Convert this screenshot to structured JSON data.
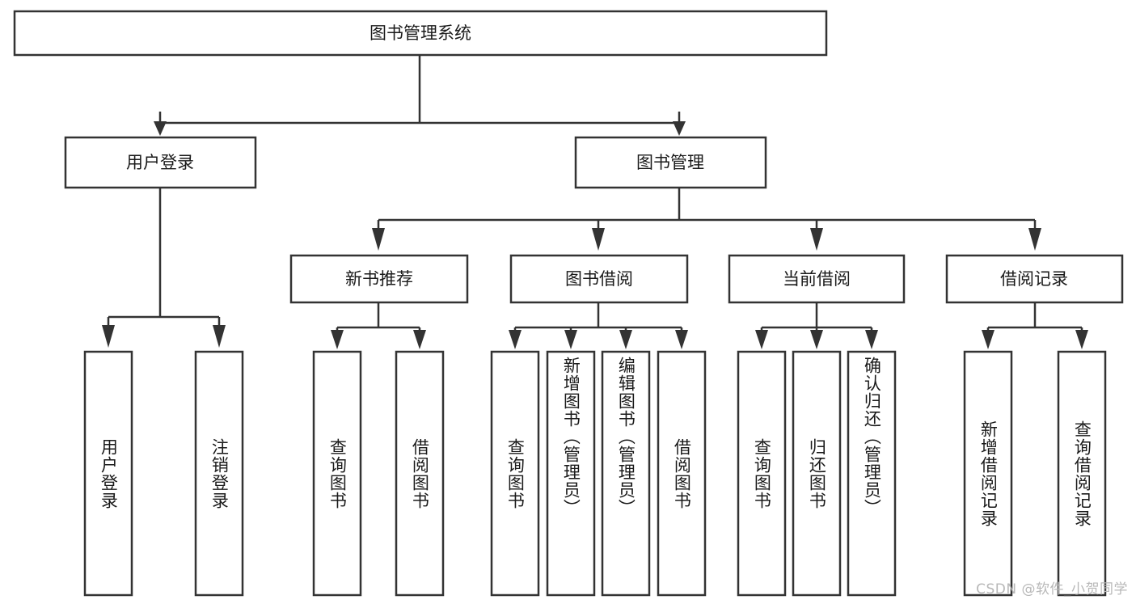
{
  "diagram": {
    "title": "图书管理系统",
    "type": "tree-hierarchy-diagram",
    "colors": {
      "box_stroke": "#333333",
      "box_fill": "#ffffff",
      "text": "#1a1a1a",
      "background": "#ffffff",
      "watermark": "#b8b8b8"
    },
    "root": {
      "label": "图书管理系统"
    },
    "level2": [
      {
        "label": "用户登录"
      },
      {
        "label": "图书管理"
      }
    ],
    "level3": [
      {
        "label": "新书推荐"
      },
      {
        "label": "图书借阅"
      },
      {
        "label": "当前借阅"
      },
      {
        "label": "借阅记录"
      }
    ],
    "leaves_user_login": [
      {
        "label": "用户登录"
      },
      {
        "label": "注销登录"
      }
    ],
    "leaves_new_books": [
      {
        "label": "查询图书"
      },
      {
        "label": "借阅图书"
      }
    ],
    "leaves_borrow": [
      {
        "label": "查询图书"
      },
      {
        "label": "新增图书（管理员）"
      },
      {
        "label": "编辑图书（管理员）"
      },
      {
        "label": "借阅图书"
      }
    ],
    "leaves_current": [
      {
        "label": "查询图书"
      },
      {
        "label": "归还图书"
      },
      {
        "label": "确认归还（管理员）"
      }
    ],
    "leaves_records": [
      {
        "label": "新增借阅记录"
      },
      {
        "label": "查询借阅记录"
      }
    ]
  },
  "watermark": {
    "text": "CSDN @软件_小贺同学"
  }
}
